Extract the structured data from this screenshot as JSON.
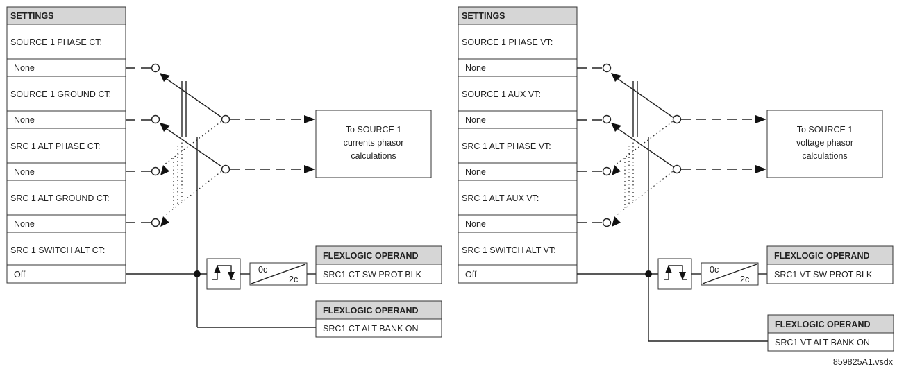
{
  "ct_diagram": {
    "settings_header": "SETTINGS",
    "rows": [
      {
        "name": "SOURCE 1 PHASE CT:",
        "value": "None"
      },
      {
        "name": "SOURCE 1 GROUND CT:",
        "value": "None"
      },
      {
        "name": "SRC 1 ALT PHASE CT:",
        "value": "None"
      },
      {
        "name": "SRC 1 ALT GROUND CT:",
        "value": "None"
      },
      {
        "name": "SRC 1 SWITCH ALT CT:",
        "value": "Off"
      }
    ],
    "target_lines": [
      "To SOURCE 1",
      "currents phasor",
      "calculations"
    ],
    "timer_pickup": "0c",
    "timer_dropout": "2c",
    "operand1_header": "FLEXLOGIC OPERAND",
    "operand1_value": "SRC1 CT SW PROT BLK",
    "operand2_header": "FLEXLOGIC OPERAND",
    "operand2_value": "SRC1 CT ALT BANK ON"
  },
  "vt_diagram": {
    "settings_header": "SETTINGS",
    "rows": [
      {
        "name": "SOURCE 1 PHASE VT:",
        "value": "None"
      },
      {
        "name": "SOURCE 1 AUX VT:",
        "value": "None"
      },
      {
        "name": "SRC 1 ALT PHASE VT:",
        "value": "None"
      },
      {
        "name": "SRC 1 ALT AUX VT:",
        "value": "None"
      },
      {
        "name": "SRC 1 SWITCH ALT VT:",
        "value": "Off"
      }
    ],
    "target_lines": [
      "To SOURCE 1",
      "voltage phasor",
      "calculations"
    ],
    "timer_pickup": "0c",
    "timer_dropout": "2c",
    "operand1_header": "FLEXLOGIC OPERAND",
    "operand1_value": "SRC1 VT SW PROT BLK",
    "operand2_header": "FLEXLOGIC OPERAND",
    "operand2_value": "SRC1 VT ALT BANK ON"
  },
  "footer_id": "859825A1.vsdx"
}
